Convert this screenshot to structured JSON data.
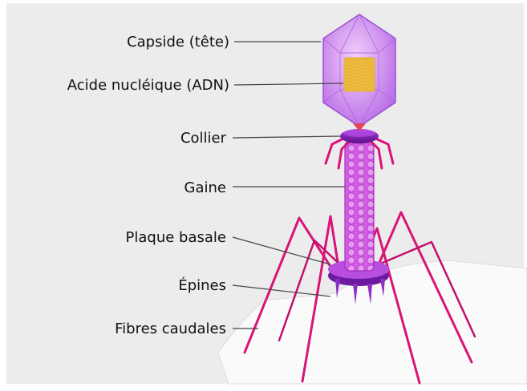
{
  "diagram": {
    "labels": {
      "capsid": "Capside (tête)",
      "nucleic_acid": "Acide nucléique (ADN)",
      "collar": "Collier",
      "sheath": "Gaine",
      "base_plate": "Plaque basale",
      "spikes": "Épines",
      "tail_fibers": "Fibres caudales"
    }
  },
  "colors": {
    "background": "#ececec",
    "surface": "#f9f9f9",
    "capsid": "#c77ff0",
    "capsid_dark": "#9b4fd0",
    "dna": "#f6c94e",
    "tail": "#d65ce8",
    "collar": "#7a1ea8",
    "fiber": "#d9137a",
    "leader_line": "#444444"
  }
}
